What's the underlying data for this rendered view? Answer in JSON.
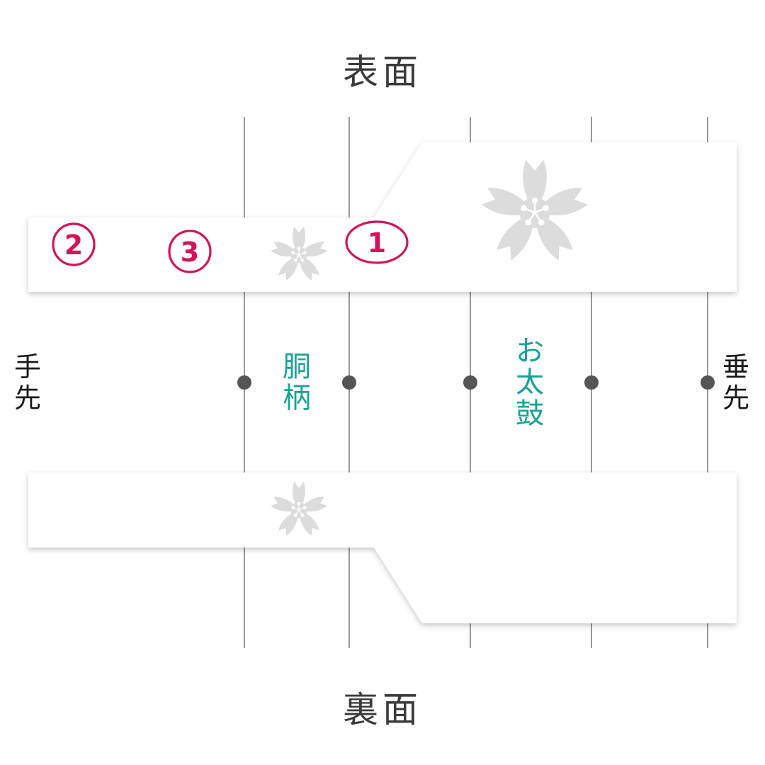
{
  "top_heading": "表面",
  "bottom_heading": "裏面",
  "left_label": [
    "手",
    "先"
  ],
  "right_label": [
    "垂",
    "先"
  ],
  "section_labels": {
    "dougara": [
      "胴",
      "柄"
    ],
    "otaiko": [
      "お",
      "太",
      "鼓"
    ]
  },
  "markers": {
    "m1": "1",
    "m2": "2",
    "m3": "3"
  },
  "colors": {
    "marker": "#d4145a",
    "section_text": "#17a398",
    "divider": "#555555",
    "sakura": "#dcdcdc",
    "band": "#ffffff"
  },
  "icons": [
    "sakura-icon",
    "dot-icon"
  ]
}
